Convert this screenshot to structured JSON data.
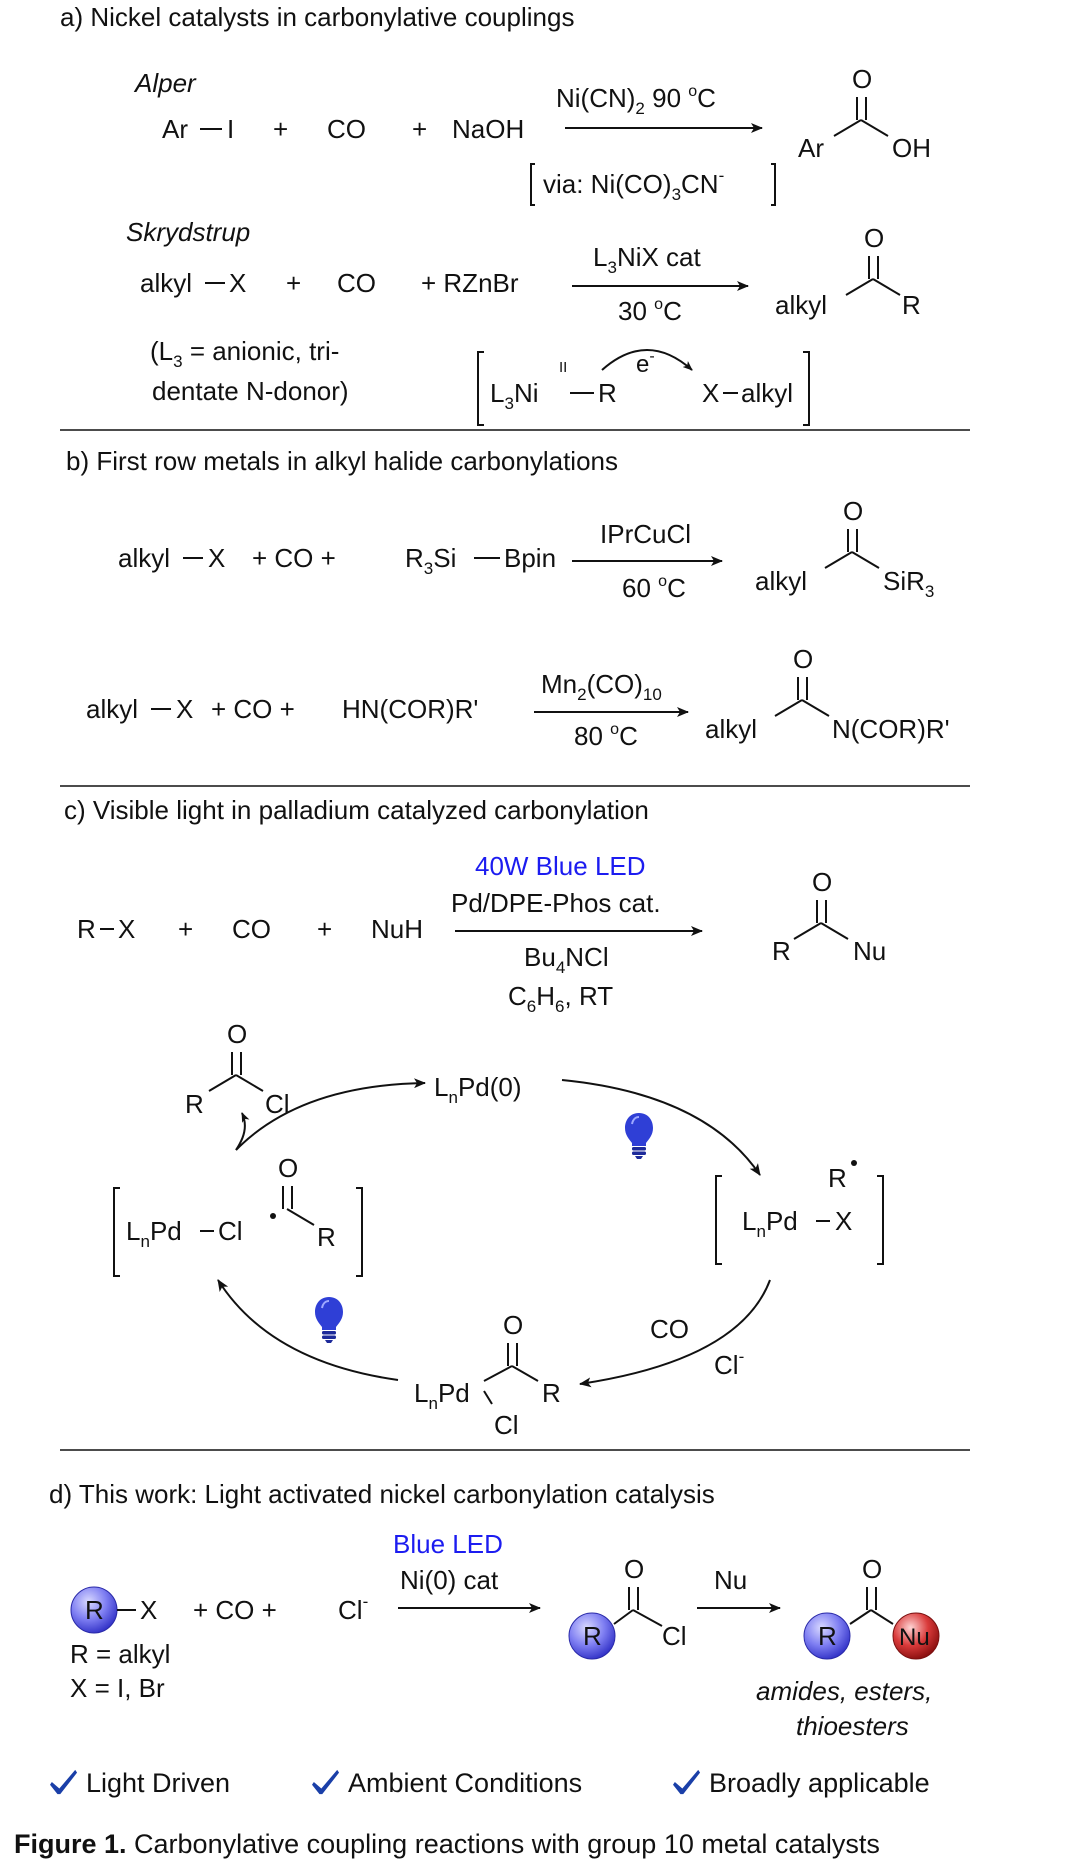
{
  "colors": {
    "ink": "#111111",
    "led_text": "#1c1cf0",
    "ball_R": "#7f7ff2",
    "ball_Nu": "#d93a3a",
    "check": "#1a3fa8",
    "bulb": "#2f3fd6"
  },
  "icons": [
    "light-bulb-icon",
    "checkmark-icon"
  ],
  "section_a": {
    "heading": "a) Nickel catalysts in carbonylative couplings",
    "alper": {
      "name": "Alper",
      "r1": "Ar",
      "r1b": "I",
      "plus": "+",
      "co": "CO",
      "base": "NaOH",
      "cond_top_1": "Ni(CN)",
      "cond_top_sub": "2",
      "cond_top_2": " 90 ",
      "cond_top_deg": "o",
      "cond_top_3": "C",
      "via_1": "via: Ni(CO)",
      "via_sub": "3",
      "via_2": "CN",
      "via_sup": "-",
      "p_o": "O",
      "p_ar": "Ar",
      "p_oh": "OH"
    },
    "skrydstrup": {
      "name": "Skrydstrup",
      "r1": "alkyl",
      "r1b": "X",
      "plus": "+",
      "co": "CO",
      "r3": "+ RZnBr",
      "cat_1": "L",
      "cat_sub": "3",
      "cat_2": "NiX cat",
      "temp_1": "30 ",
      "temp_deg": "o",
      "temp_2": "C",
      "p_o": "O",
      "p_alkyl": "alkyl",
      "p_r": "R",
      "note1_1": "(L",
      "note1_sub": "3",
      "note1_2": " = anionic, tri-",
      "note2": "dentate N-donor)",
      "ni_1": "L",
      "ni_sub": "3",
      "ni_2": "Ni",
      "ni_ox": "II",
      "ni_r": "R",
      "e": "e",
      "e_sup": "-",
      "x_alkyl": "X",
      "x_alkyl2": "alkyl"
    }
  },
  "section_b": {
    "heading": "b)  First row metals in alkyl halide carbonylations",
    "rxn1": {
      "r1": "alkyl",
      "r1b": "X",
      "plus1": "+ CO +",
      "r3_1": "R",
      "r3_sub": "3",
      "r3_2": "Si",
      "r3_3": "Bpin",
      "cat": "IPrCuCl",
      "temp_1": "60 ",
      "temp_deg": "o",
      "temp_2": "C",
      "p_o": "O",
      "p_alkyl": "alkyl",
      "p_r_1": "SiR",
      "p_r_sub": "3"
    },
    "rxn2": {
      "r1": "alkyl",
      "r1b": "X",
      "plus1": "+ CO +",
      "r3": "HN(COR)R'",
      "cat_1": "Mn",
      "cat_sub1": "2",
      "cat_2": "(CO)",
      "cat_sub2": "10",
      "temp_1": "80 ",
      "temp_deg": "o",
      "temp_2": "C",
      "p_o": "O",
      "p_alkyl": "alkyl",
      "p_r": "N(COR)R'"
    }
  },
  "section_c": {
    "heading": "c) Visible light in palladium catalyzed carbonylation",
    "rxn": {
      "r1": "R",
      "r1b": "X",
      "plus": "+",
      "co": "CO",
      "nuh": "NuH",
      "led": "40W Blue LED",
      "cat": "Pd/DPE-Phos cat.",
      "add_1": "Bu",
      "add_sub": "4",
      "add_2": "NCl",
      "solv_1": "C",
      "solv_sub1": "6",
      "solv_2": "H",
      "solv_sub2": "6",
      "solv_3": ", RT",
      "p_o": "O",
      "p_r": "R",
      "p_nu": "Nu"
    },
    "cycle": {
      "pd0_1": "L",
      "pd0_sub": "n",
      "pd0_2": "Pd(0)",
      "acyl_o": "O",
      "acyl_r": "R",
      "acyl_cl": "Cl",
      "right_rad": "R",
      "right_1": "L",
      "right_sub": "n",
      "right_2": "Pd",
      "right_x": "X",
      "left_1": "L",
      "left_sub": "n",
      "left_2": "Pd",
      "left_cl": "Cl",
      "left_o": "O",
      "left_r": "R",
      "bot_o": "O",
      "bot_1": "L",
      "bot_sub": "n",
      "bot_2": "Pd",
      "bot_r": "R",
      "bot_cl": "Cl",
      "co": "CO",
      "cl_1": "Cl",
      "cl_sup": "-"
    }
  },
  "section_d": {
    "heading": "d) This work: Light activated nickel carbonylation catalysis",
    "r_ball": "R",
    "x": "X",
    "plus1": "+ CO +",
    "cl": "Cl",
    "cl_sup": "-",
    "led": "Blue LED",
    "cat": "Ni(0) cat",
    "def1": "R = alkyl",
    "def2": "X = I, Br",
    "p1_o": "O",
    "p1_r": "R",
    "p1_cl": "Cl",
    "nu_label": "Nu",
    "p2_o": "O",
    "p2_r": "R",
    "p2_nu": "Nu",
    "products_1": "amides, esters,",
    "products_2": "thioesters"
  },
  "features": [
    "Light Driven",
    "Ambient Conditions",
    "Broadly applicable"
  ],
  "caption": {
    "label": "Figure 1.",
    "text": " Carbonylative coupling reactions with group 10 metal catalysts"
  }
}
